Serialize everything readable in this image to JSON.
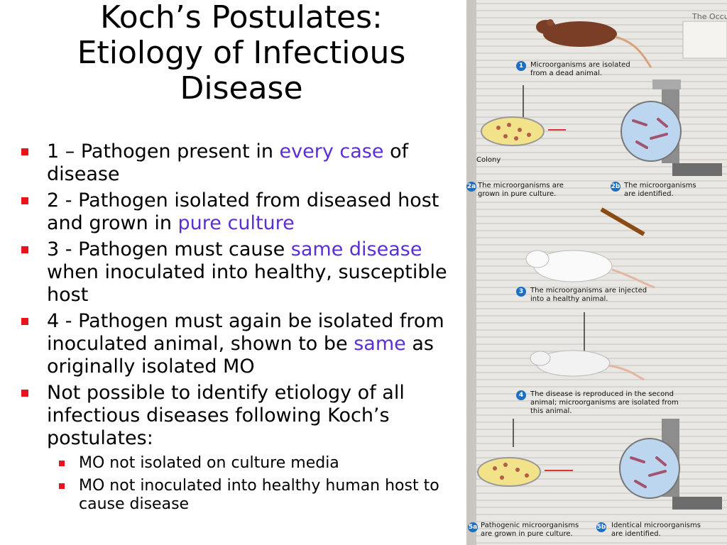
{
  "slide": {
    "title_line1": "Koch’s Postulates:",
    "title_line2": "Etiology of Infectious",
    "title_line3": "Disease"
  },
  "bullets": [
    {
      "pre": "1 – Pathogen present in ",
      "hl": "every case",
      "post": " of disease"
    },
    {
      "pre": "2 - Pathogen isolated from diseased host and grown in ",
      "hl": "pure culture",
      "post": ""
    },
    {
      "pre": "3 - Pathogen must cause ",
      "hl": "same disease",
      "post": " when inoculated into healthy, susceptible host"
    },
    {
      "pre": "4 - Pathogen must again be isolated from inoculated animal, shown to be ",
      "hl": "same",
      "post": " as originally isolated MO"
    },
    {
      "pre": "Not possible to identify etiology of all infectious diseases following Koch’s postulates:",
      "hl": "",
      "post": ""
    }
  ],
  "sub_bullets": [
    "MO not isolated on culture media",
    "MO not inoculated into healthy human host to cause disease"
  ],
  "figure": {
    "header_text": "The Occurrence",
    "steps": {
      "s1_num": "1",
      "s1": "Microorganisms are isolated from a dead animal.",
      "colony": "Colony",
      "s2a_num": "2a",
      "s2a": "The microorganisms are grown in pure culture.",
      "s2b_num": "2b",
      "s2b": "The microorganisms are identified.",
      "s3_num": "3",
      "s3": "The microorganisms are injected into a healthy animal.",
      "s4_num": "4",
      "s4": "The disease is reproduced in the second animal; microorganisms are isolated from this animal.",
      "s5a_num": "5a",
      "s5a": "Pathogenic microorganisms are grown in pure culture.",
      "s5b_num": "5b",
      "s5b": "Identical microorganisms are identified."
    }
  },
  "colors": {
    "highlight": "#5b2ed6",
    "bullet": "#e8141a",
    "badge": "#1d6fc4",
    "page_bg": "#eceae6"
  }
}
